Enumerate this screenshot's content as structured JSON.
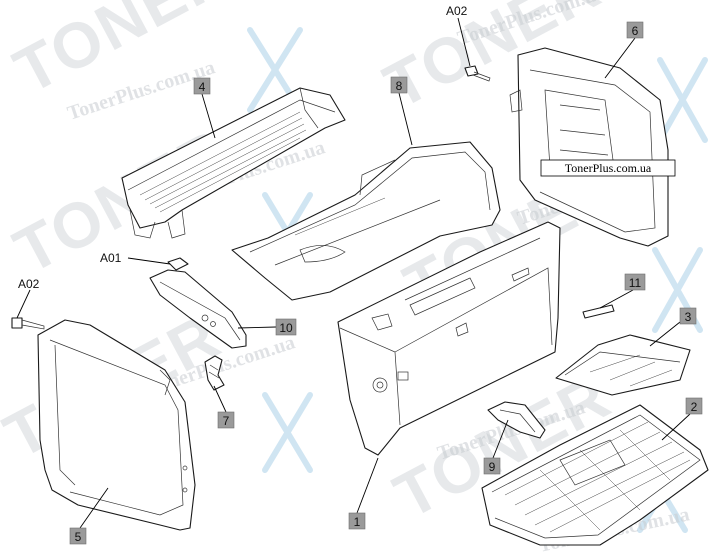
{
  "watermark": {
    "brand": "TONER",
    "site": "TonerPlus.com.ua"
  },
  "badge": "TonerPlus.com.ua",
  "callouts": {
    "c1": "1",
    "c2": "2",
    "c3": "3",
    "c4": "4",
    "c5": "5",
    "c6": "6",
    "c7": "7",
    "c8": "8",
    "c9": "9",
    "c10": "10",
    "c11": "11"
  },
  "references": {
    "a01": "A01",
    "a02_top": "A02",
    "a02_left": "A02"
  }
}
